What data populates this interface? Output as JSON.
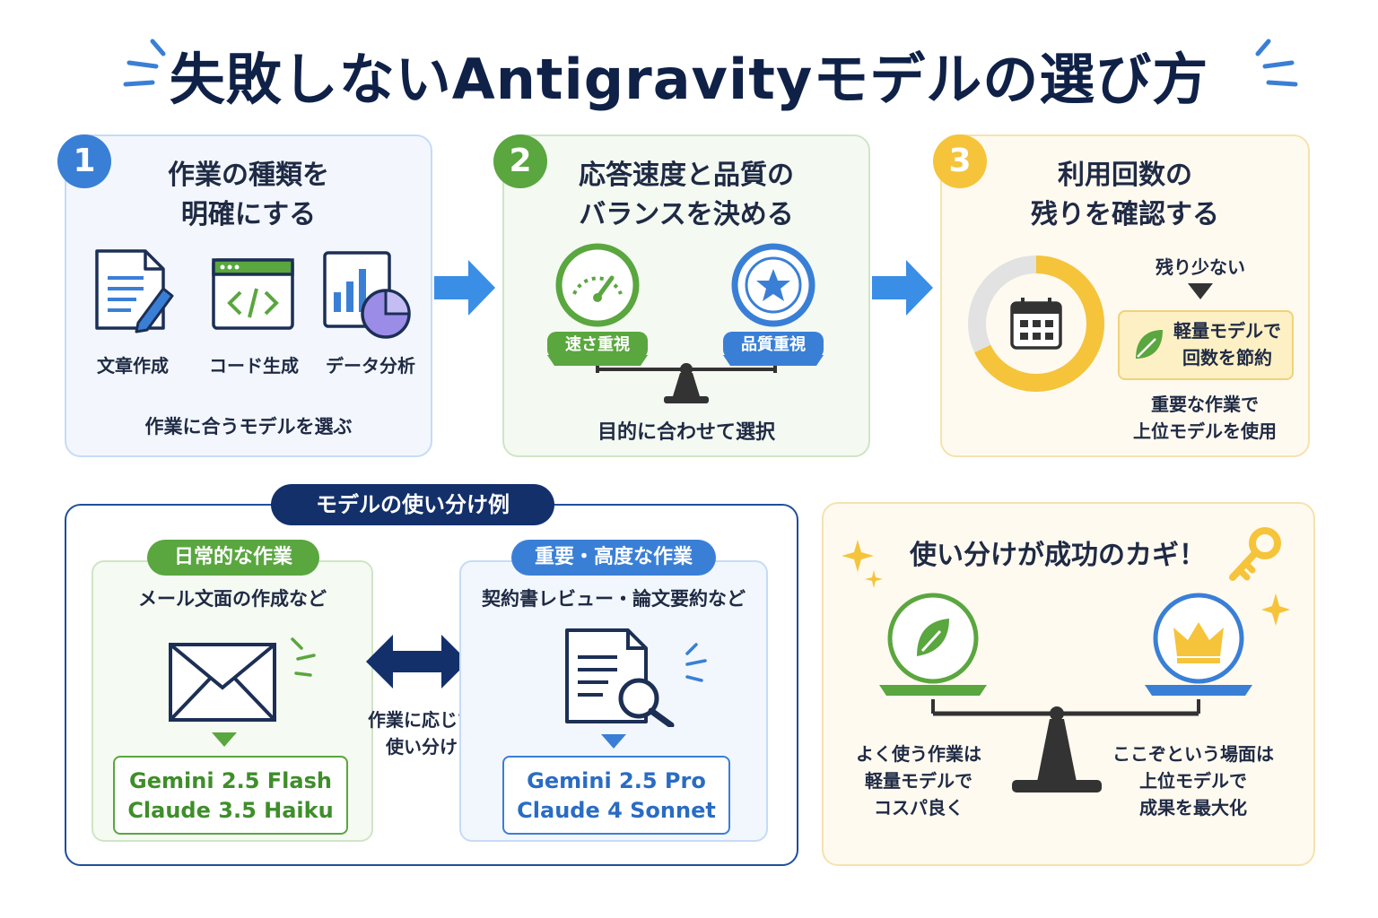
{
  "title": "失敗しないAntigravityモデルの選び方",
  "steps": [
    {
      "number": "1",
      "title_line1": "作業の種類を",
      "title_line2": "明確にする",
      "icons": [
        {
          "icon": "document-pencil-icon",
          "label": "文章作成"
        },
        {
          "icon": "code-window-icon",
          "label": "コード生成"
        },
        {
          "icon": "chart-pie-icon",
          "label": "データ分析"
        }
      ],
      "caption": "作業に合うモデルを選ぶ"
    },
    {
      "number": "2",
      "title_line1": "応答速度と品質の",
      "title_line2": "バランスを決める",
      "left_label": "速さ重視",
      "right_label": "品質重視",
      "caption": "目的に合わせて選択"
    },
    {
      "number": "3",
      "title_line1": "利用回数の",
      "title_line2": "残りを確認する",
      "remaining_label": "残り少ない",
      "light_model_line1": "軽量モデルで",
      "light_model_line2": "回数を節約",
      "important_line1": "重要な作業で",
      "important_line2": "上位モデルを使用",
      "gauge_remaining_fraction": 0.68
    }
  ],
  "usage_example": {
    "header": "モデルの使い分け例",
    "daily": {
      "tag": "日常的な作業",
      "example": "メール文面の作成など",
      "model_line1": "Gemini 2.5 Flash",
      "model_line2": "Claude 3.5 Haiku"
    },
    "middle_line1": "作業に応じて",
    "middle_line2": "使い分け",
    "important": {
      "tag": "重要・高度な作業",
      "example": "契約書レビュー・論文要約など",
      "model_line1": "Gemini 2.5 Pro",
      "model_line2": "Claude 4 Sonnet"
    }
  },
  "key": {
    "title": "使い分けが成功のカギ！",
    "left_line1": "よく使う作業は",
    "left_line2": "軽量モデルで",
    "left_line3": "コスパ良く",
    "right_line1": "ここぞという場面は",
    "right_line2": "上位モデルで",
    "right_line3": "成果を最大化"
  },
  "colors": {
    "blue": "#3a7fd6",
    "green": "#5aa63f",
    "yellow": "#f5c43a",
    "navy": "#13306b"
  }
}
